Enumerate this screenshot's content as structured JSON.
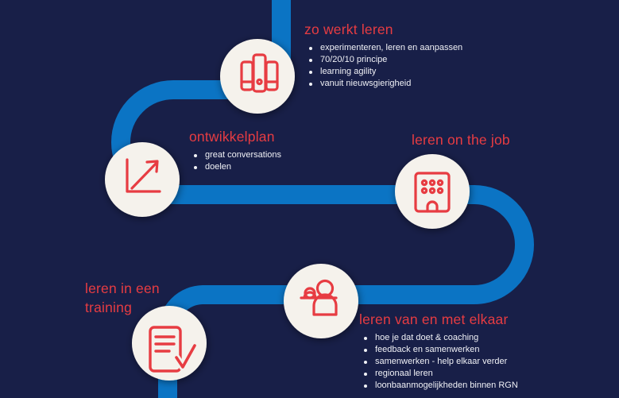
{
  "infographic": {
    "colors": {
      "background": "#181f48",
      "path_blue": "#0b74c4",
      "accent_red": "#e73c42",
      "circle_fill": "#f5f2ec",
      "bullet_text": "#f0f1f6"
    },
    "sections": [
      {
        "title": "zo werkt leren",
        "icon": "books-icon",
        "bullets": [
          "experimenteren, leren en aanpassen",
          "70/20/10 principe",
          "learning agility",
          "vanuit nieuwsgierigheid"
        ]
      },
      {
        "title": "ontwikkelplan",
        "icon": "growth-chart-icon",
        "bullets": [
          "great conversations",
          "doelen"
        ]
      },
      {
        "title": "leren on the job",
        "icon": "building-icon",
        "bullets": []
      },
      {
        "title": "leren in een training",
        "icon": "document-check-icon",
        "bullets": []
      },
      {
        "title": "leren van en met elkaar",
        "icon": "people-icon",
        "bullets": [
          "hoe je dat doet & coaching",
          "feedback en samenwerken",
          "samenwerken - help elkaar verder",
          "regionaal leren",
          "loonbaanmogelijkheden binnen RGN"
        ]
      }
    ]
  }
}
